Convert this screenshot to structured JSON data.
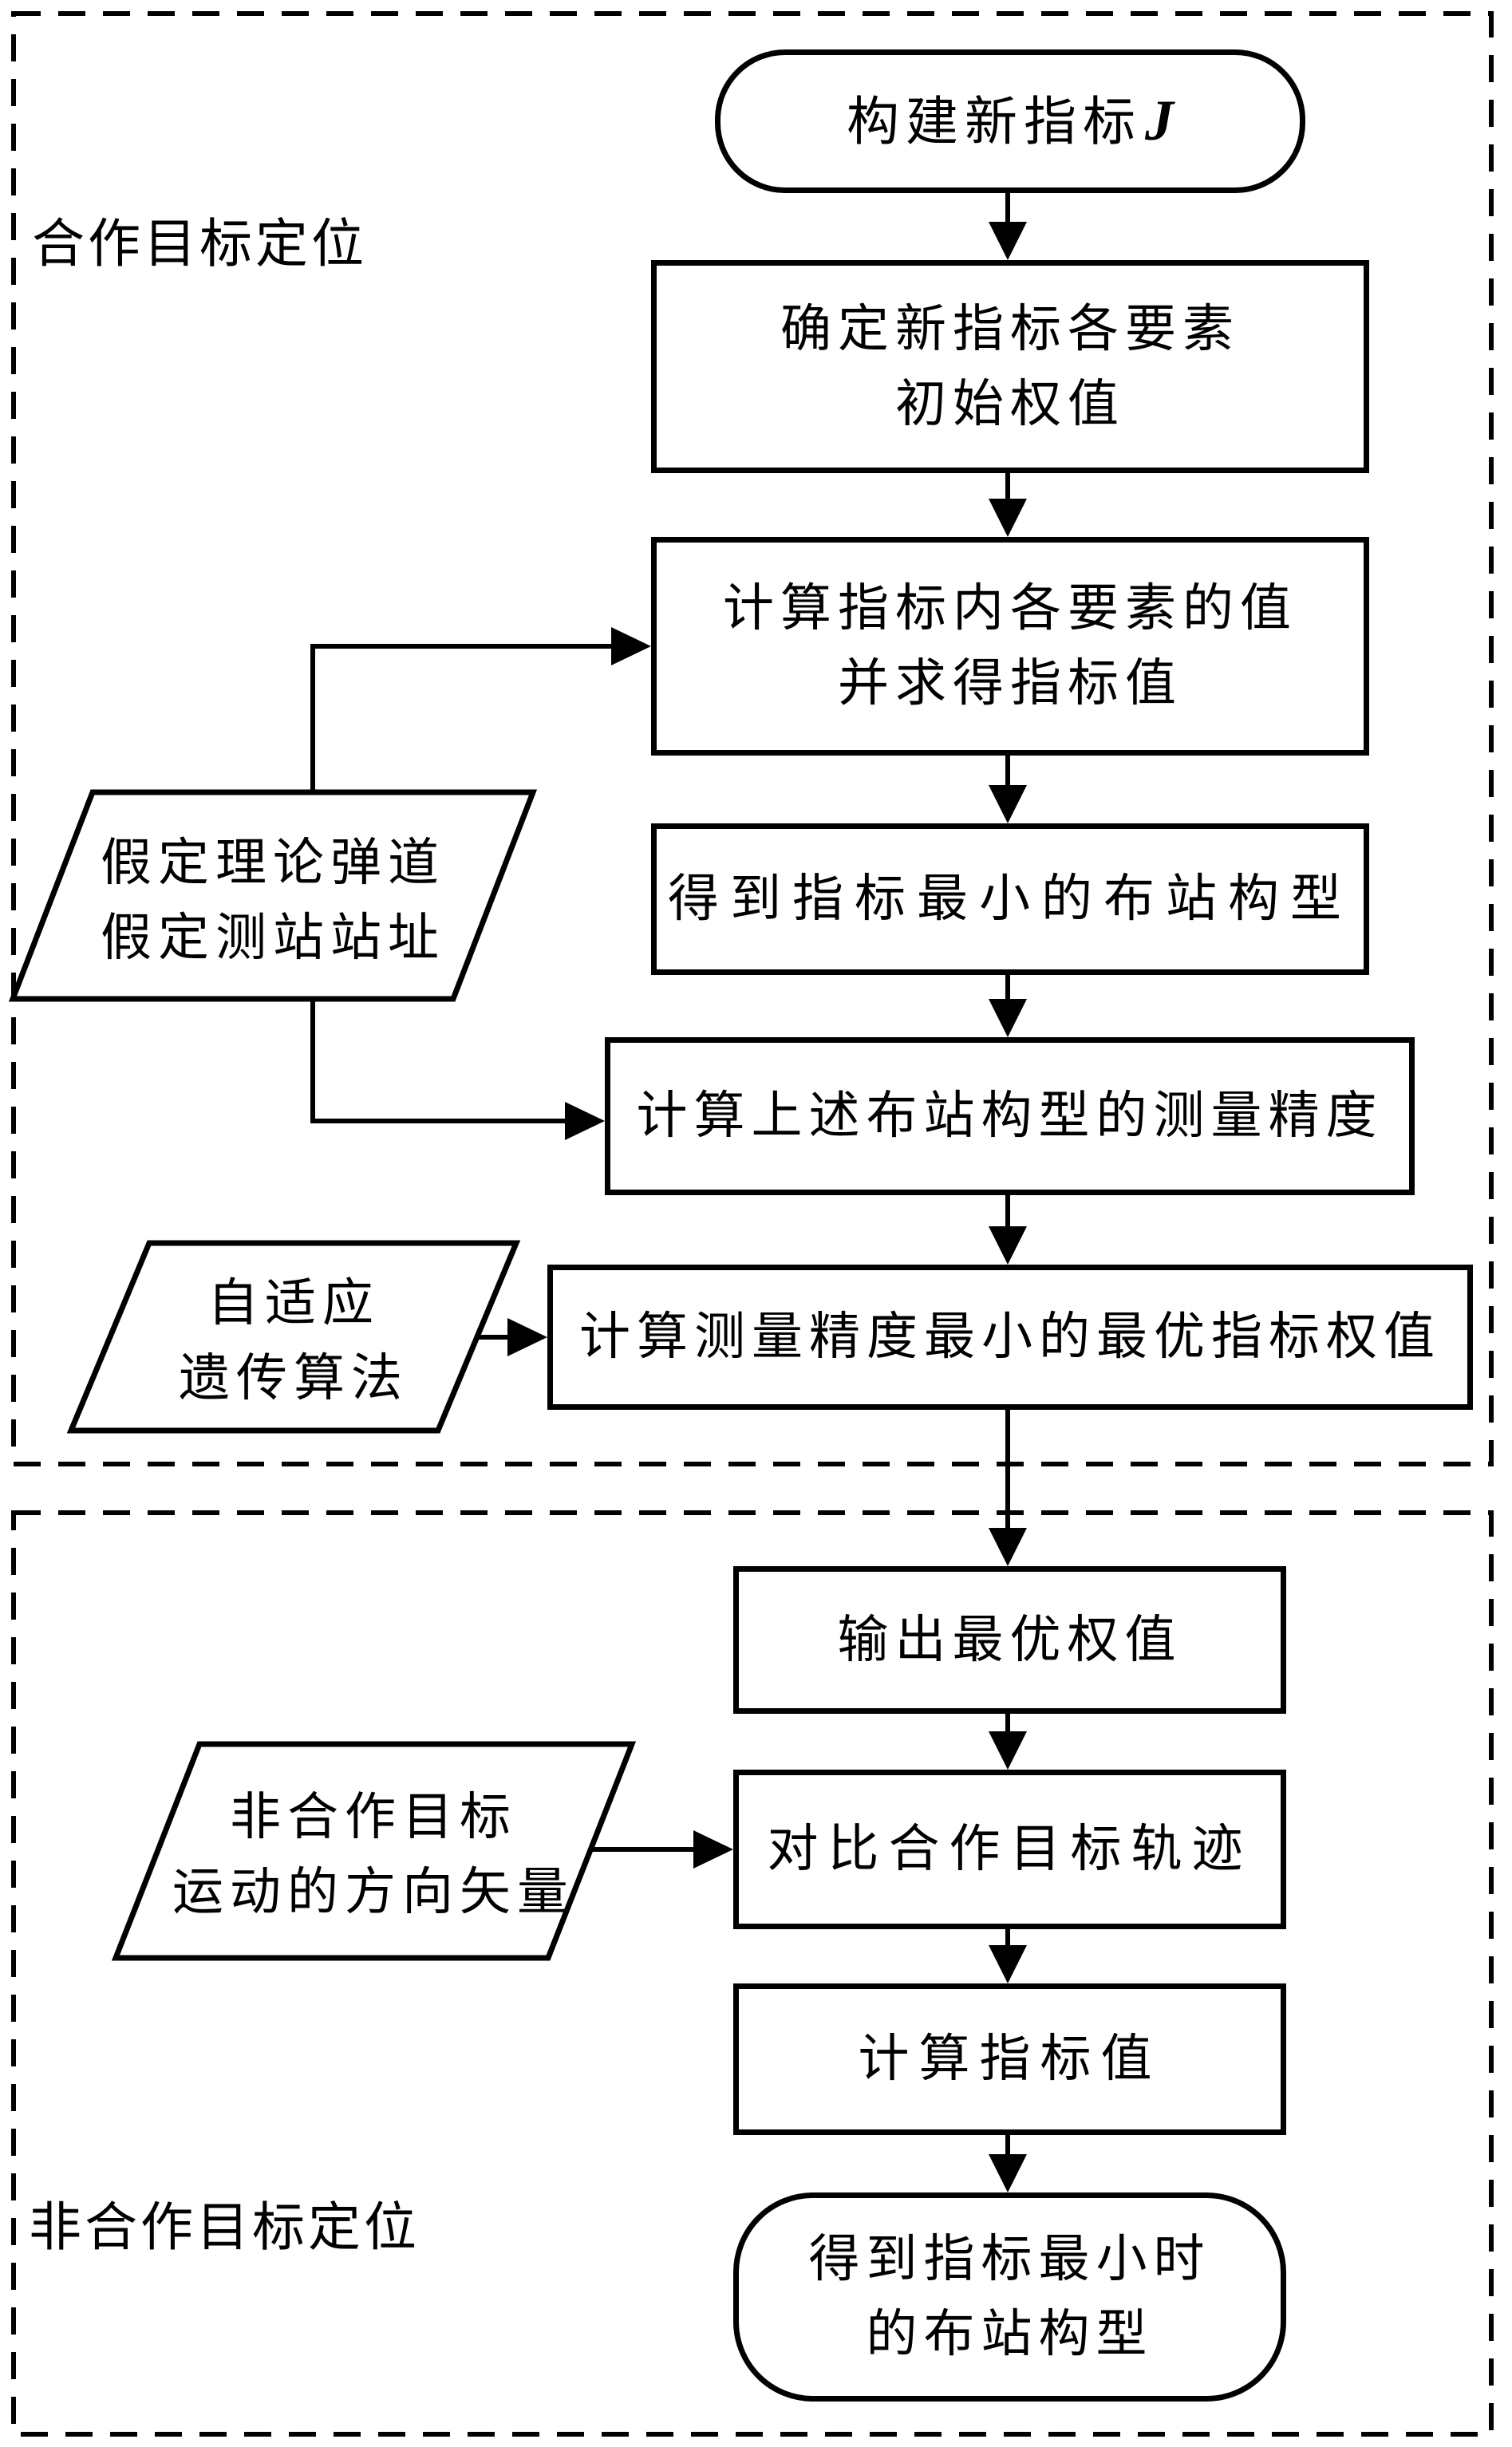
{
  "sections": {
    "cooperative": {
      "label": "合作目标定位"
    },
    "non_cooperative": {
      "label": "非合作目标定位"
    }
  },
  "nodes": {
    "start": {
      "text": "构建新指标",
      "suffix": "J"
    },
    "init_weights": {
      "line1": "确定新指标各要素",
      "line2": "初始权值"
    },
    "calc_element_values": {
      "line1": "计算指标内各要素的值",
      "line2": "并求得指标值"
    },
    "min_index_layout": {
      "text": "得到指标最小的布站构型"
    },
    "calc_accuracy": {
      "text": "计算上述布站构型的测量精度"
    },
    "calc_optimal_weights": {
      "text": "计算测量精度最小的最优指标权值"
    },
    "assume_input": {
      "line1": "假定理论弹道",
      "line2": "假定测站站址"
    },
    "adaptive_ga": {
      "line1": "自适应",
      "line2": "遗传算法"
    },
    "output_weights": {
      "text": "输出最优权值"
    },
    "compare_trajectory": {
      "text": "对比合作目标轨迹"
    },
    "noncoop_input": {
      "line1": "非合作目标",
      "line2": "运动的方向矢量"
    },
    "calc_index_value": {
      "text": "计算指标值"
    },
    "end": {
      "line1": "得到指标最小时",
      "line2": "的布站构型"
    }
  },
  "colors": {
    "line": "#000000",
    "background": "#ffffff"
  }
}
